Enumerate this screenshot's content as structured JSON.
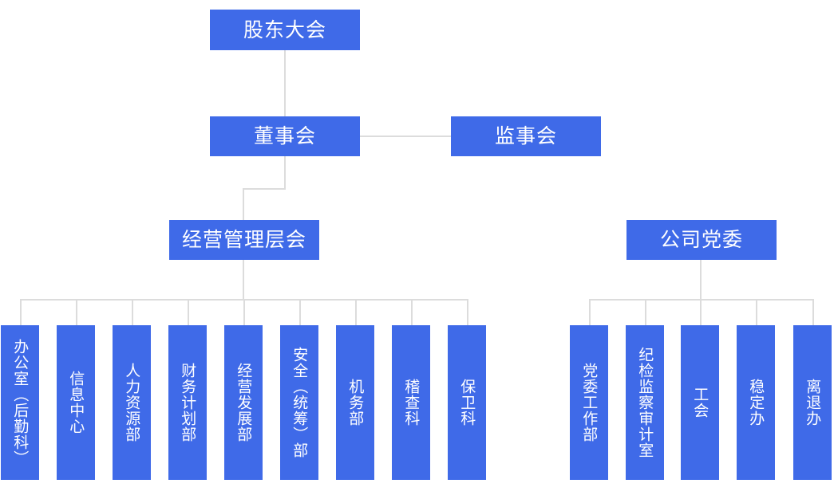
{
  "chart_type": "org-chart",
  "palette": {
    "node_fill": "#3f6ae8",
    "node_text": "#ffffff",
    "connector": "#dcdcdc",
    "background": "#ffffff"
  },
  "nodes": {
    "shareholders_meeting": {
      "label": "股东大会"
    },
    "board_of_directors": {
      "label": "董事会"
    },
    "board_of_supervisors": {
      "label": "监事会"
    },
    "management_layer": {
      "label": "经营管理层会"
    },
    "party_committee": {
      "label": "公司党委"
    }
  },
  "management_departments": [
    {
      "label": "办公室（后勤科）"
    },
    {
      "label": "信息中心"
    },
    {
      "label": "人力资源部"
    },
    {
      "label": "财务计划部"
    },
    {
      "label": "经营发展部"
    },
    {
      "label": "安全（统筹）部"
    },
    {
      "label": "机务部"
    },
    {
      "label": "稽查科"
    },
    {
      "label": "保卫科"
    }
  ],
  "party_departments": [
    {
      "label": "党委工作部"
    },
    {
      "label": "纪检监察审计室"
    },
    {
      "label": "工会"
    },
    {
      "label": "稳定办"
    },
    {
      "label": "离退办"
    }
  ]
}
